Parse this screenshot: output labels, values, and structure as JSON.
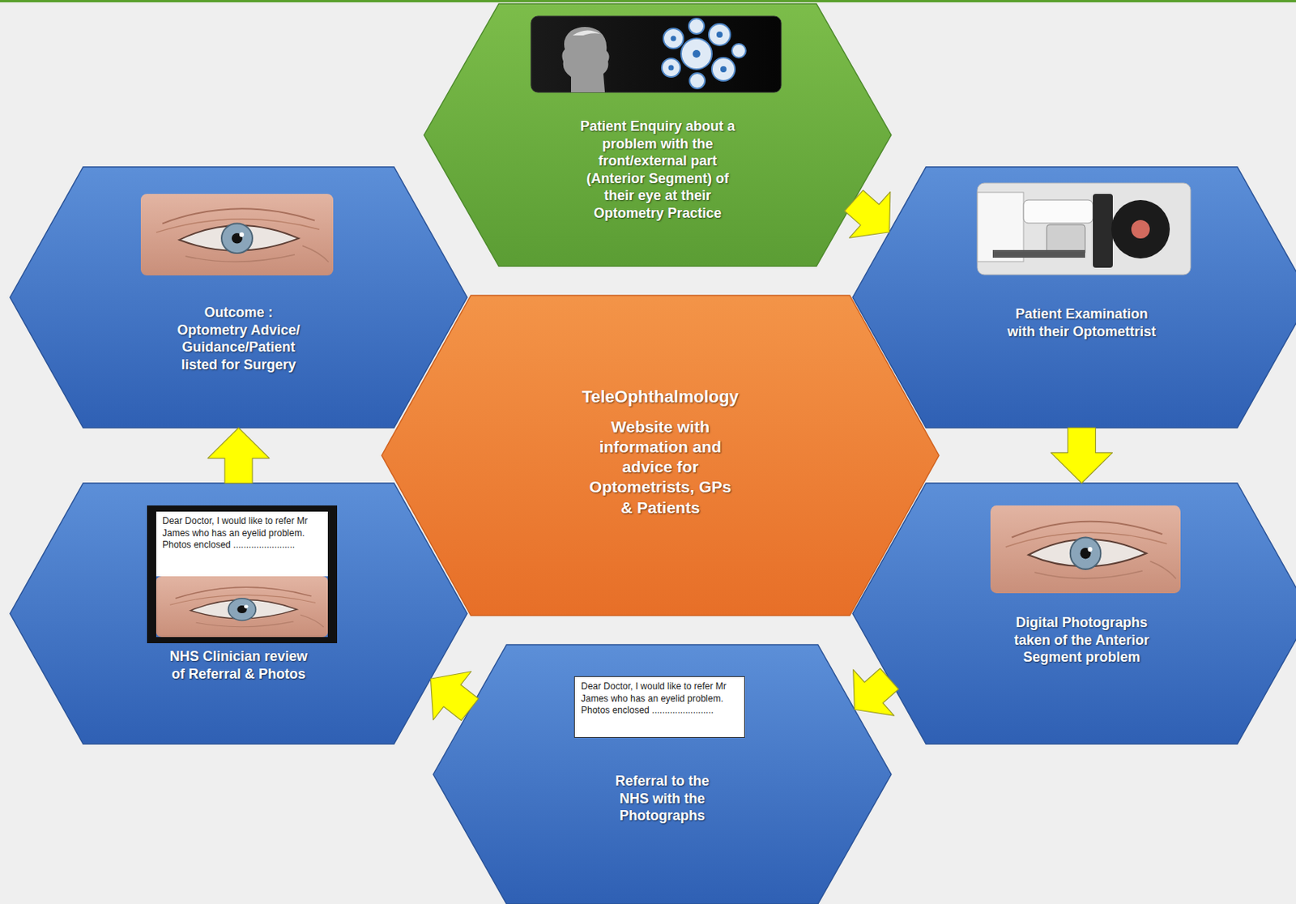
{
  "diagram": {
    "nodes": [
      {
        "text": [
          "Patient Enquiry about a problem with the front/external part (Anterior Segment) of their eye at their Optometry Practice"
        ]
      },
      {
        "text": [
          "Patient Examination with their Optomettrist"
        ]
      },
      {
        "text": [
          "Digital Photographs taken of the Anterior Segment problem"
        ]
      },
      {
        "text": [
          "Referral to the NHS with the Photographs"
        ]
      },
      {
        "text": [
          "Dear Doctor, I would like to refer Mr James who has an eyelid problem. Photos enclosed ........................"
        ],
        "in": 3
      },
      {
        "text": [
          "NHS Clinician review of Referral & Photos"
        ]
      },
      {
        "text": [
          "Dear Doctor, I would like to refer Mr James who has an eyelid problem. Photos enclosed ........................"
        ],
        "in": 5
      },
      {
        "text": [
          "Outcome : Optometry Advice/ Guidance/Patient listed for Surgery"
        ]
      },
      {
        "text": [
          "TeleOphthalmology",
          "Website with information and advice for Optometrists, GPs & Patients"
        ]
      }
    ],
    "edges": [
      {
        "from": 0,
        "to": 1,
        "arrow": "to"
      },
      {
        "from": 1,
        "to": 2,
        "arrow": "to"
      },
      {
        "from": 2,
        "to": 3,
        "arrow": "to"
      },
      {
        "from": 3,
        "to": 5,
        "arrow": "to"
      },
      {
        "from": 5,
        "to": 7,
        "arrow": "to"
      }
    ]
  }
}
